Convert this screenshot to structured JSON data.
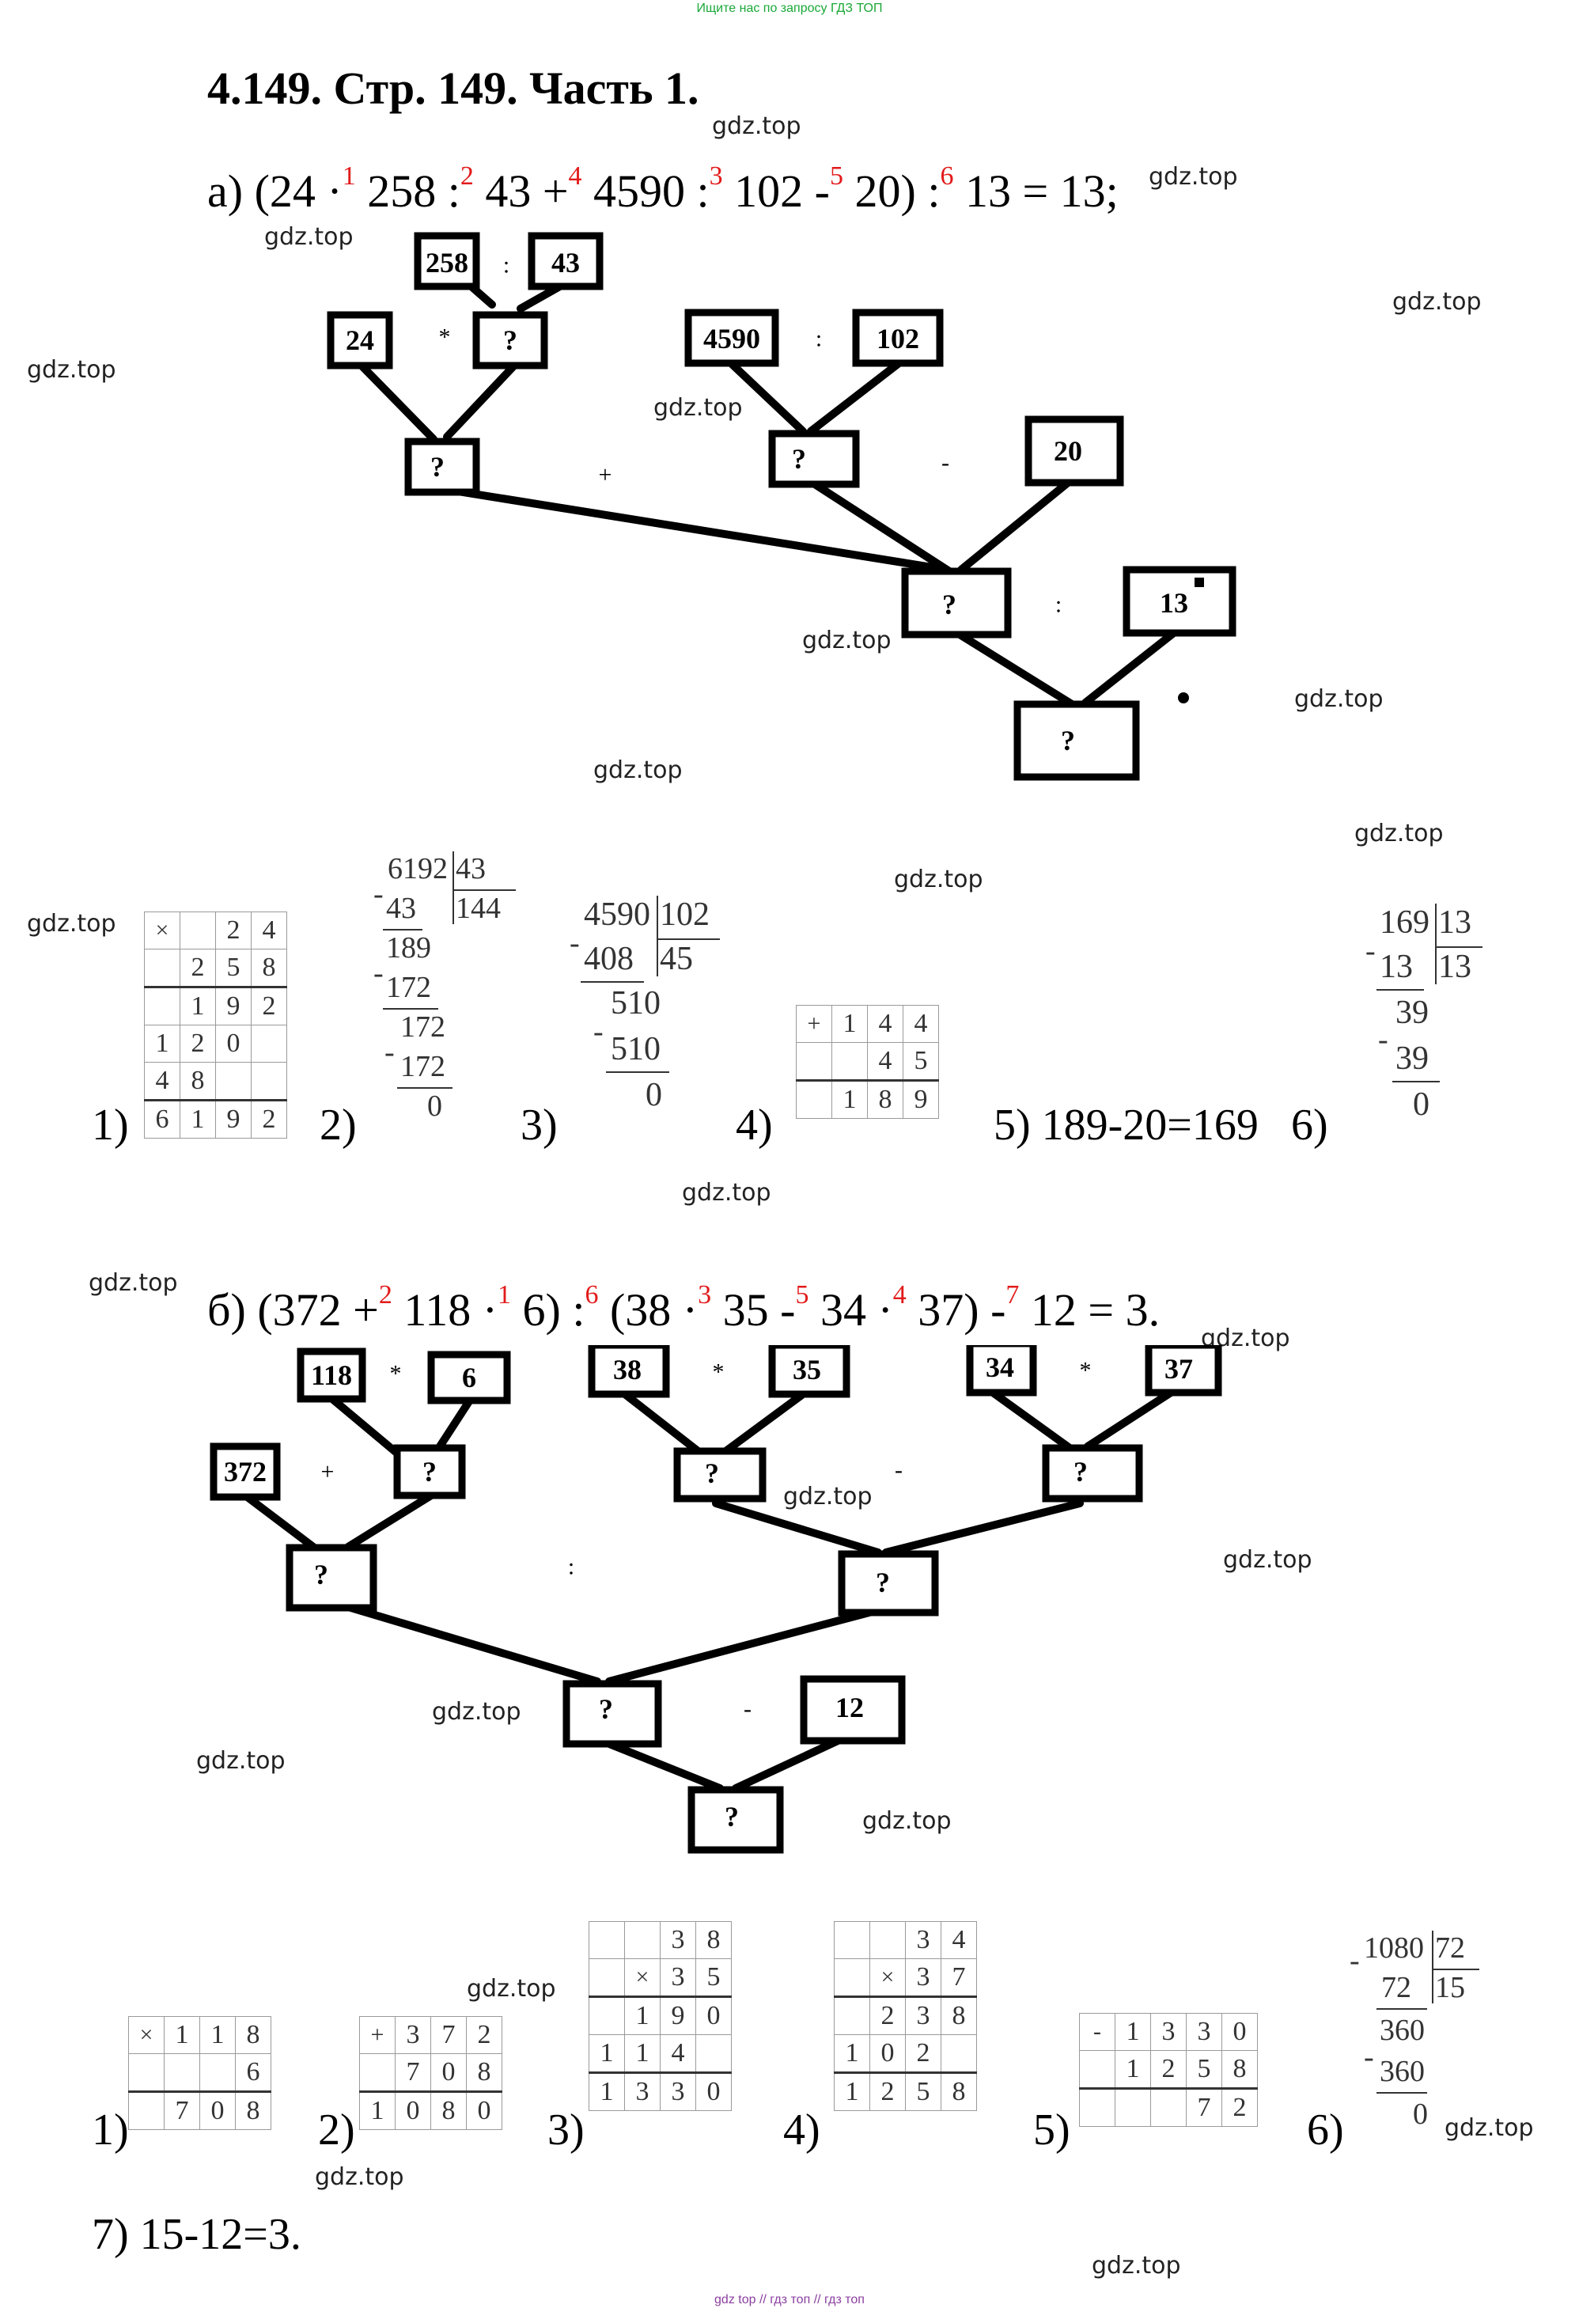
{
  "top_note": "Ищите нас по запросу ГДЗ ТОП",
  "footer_note": "gdz top  //  гдз топ  //  гдз топ",
  "heading": "4.149. Стр. 149. Часть 1.",
  "watermark": "gdz.top",
  "part_a": {
    "label": "а)",
    "expr": [
      "(24 ·",
      "1",
      " 258 :",
      "2",
      " 43 +",
      "4",
      " 4590 :",
      "3",
      " 102 -",
      "5",
      " 20) :",
      "6",
      " 13 = 13;"
    ],
    "tree": {
      "n258": "258",
      "op1": ":",
      "n43": "43",
      "n24": "24",
      "op2": "*",
      "q1": "?",
      "n4590": "4590",
      "op3": ":",
      "n102": "102",
      "q2": "?",
      "op4": "+",
      "q3": "?",
      "op5": "-",
      "n20": "20",
      "q4": "?",
      "op6": ":",
      "n13": "13",
      "q5": "?"
    },
    "steps": {
      "s1": {
        "label": "1)",
        "rows": [
          [
            "×",
            "",
            "2",
            "4"
          ],
          [
            "",
            "2",
            "5",
            "8"
          ],
          [
            "",
            "1",
            "9",
            "2"
          ],
          [
            "1",
            "2",
            "0",
            ""
          ],
          [
            "4",
            "8",
            "",
            ""
          ],
          [
            "6",
            "1",
            "9",
            "2"
          ]
        ]
      },
      "s2": {
        "label": "2)",
        "lines": [
          "6192",
          "43",
          "144",
          "-",
          "43",
          "189",
          "-",
          "172",
          "172",
          "-",
          "172",
          "0"
        ]
      },
      "s3": {
        "label": "3)",
        "lines": [
          "4590",
          "102",
          "-",
          "408",
          "45",
          "510",
          "-",
          "510",
          "0"
        ]
      },
      "s4": {
        "label": "4)",
        "rows": [
          [
            "+",
            "1",
            "4",
            "4"
          ],
          [
            "",
            "",
            "4",
            "5"
          ],
          [
            "",
            "1",
            "8",
            "9"
          ]
        ]
      },
      "s5": {
        "label": "5) 189-20=169"
      },
      "s6": {
        "label": "6)",
        "lines": [
          "169",
          "13",
          "-",
          "13",
          "13",
          "39",
          "-",
          "39",
          "0"
        ]
      }
    }
  },
  "part_b": {
    "label": "б)",
    "expr": [
      "(372 +",
      "2",
      " 118 ·",
      "1",
      " 6) :",
      "6",
      " (38 ·",
      "3",
      " 35 -",
      "5",
      " 34 ·",
      "4",
      " 37) -",
      "7",
      " 12 = 3."
    ],
    "tree": {
      "n118": "118",
      "op1": "*",
      "n6": "6",
      "n372": "372",
      "op2": "+",
      "q1": "?",
      "n38": "38",
      "op3": "*",
      "n35": "35",
      "n34": "34",
      "op4": "*",
      "n37": "37",
      "q2": "?",
      "op5": "-",
      "q3": "?",
      "q4": "?",
      "op6": ":",
      "q5": "?",
      "q6": "?",
      "op7": "-",
      "n12": "12",
      "q7": "?"
    },
    "steps": {
      "s1": {
        "label": "1)",
        "rows": [
          [
            "×",
            "1",
            "1",
            "8"
          ],
          [
            "",
            "",
            "",
            "6"
          ],
          [
            "",
            "7",
            "0",
            "8"
          ]
        ]
      },
      "s2": {
        "label": "2)",
        "rows": [
          [
            "+",
            "3",
            "7",
            "2"
          ],
          [
            "",
            "7",
            "0",
            "8"
          ],
          [
            "1",
            "0",
            "8",
            "0"
          ]
        ]
      },
      "s3": {
        "label": "3)",
        "rows": [
          [
            "",
            "",
            "3",
            "8"
          ],
          [
            "",
            "×",
            "3",
            "5"
          ],
          [
            "",
            "1",
            "9",
            "0"
          ],
          [
            "1",
            "1",
            "4",
            ""
          ],
          [
            "1",
            "3",
            "3",
            "0"
          ]
        ]
      },
      "s4": {
        "label": "4)",
        "rows": [
          [
            "",
            "",
            "3",
            "4"
          ],
          [
            "",
            "×",
            "3",
            "7"
          ],
          [
            "",
            "2",
            "3",
            "8"
          ],
          [
            "1",
            "0",
            "2",
            ""
          ],
          [
            "1",
            "2",
            "5",
            "8"
          ]
        ]
      },
      "s5": {
        "label": "5)",
        "rows": [
          [
            "-",
            "1",
            "3",
            "3",
            "0"
          ],
          [
            "",
            "1",
            "2",
            "5",
            "8"
          ],
          [
            "",
            "",
            "",
            "7",
            "2"
          ]
        ]
      },
      "s6": {
        "label": "6)",
        "lines": [
          "1080",
          "72",
          "-",
          "72",
          "15",
          "360",
          "-",
          "360",
          "0"
        ]
      },
      "s7": {
        "label": "7) 15-12=3."
      }
    }
  }
}
